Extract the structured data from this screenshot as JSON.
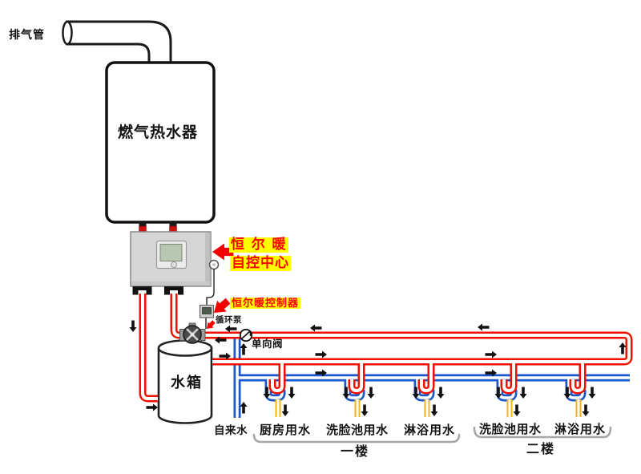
{
  "diagram": {
    "exhaust_label": "排气管",
    "heater_label": "燃气热水器",
    "control_center_label_line1": "恒 尔 暖",
    "control_center_label_line2": "自控中心",
    "controller_label": "恒尔暖控制器",
    "pump_label": "循环泵",
    "check_valve_label": "单向阀",
    "tank_label": "水箱",
    "tap_water_label": "自来水",
    "fixtures": [
      "厨房用水",
      "洗脸池用水",
      "淋浴用水",
      "洗脸池用水",
      "淋浴用水"
    ],
    "floors": [
      "一楼",
      "二楼"
    ],
    "colors": {
      "hot_pipe": "#ee1100",
      "cold_pipe": "#1d56cb",
      "fixture_pipe": "#f0b616",
      "annotation_text": "#ff0000",
      "annotation_highlight": "#ffff00"
    }
  }
}
